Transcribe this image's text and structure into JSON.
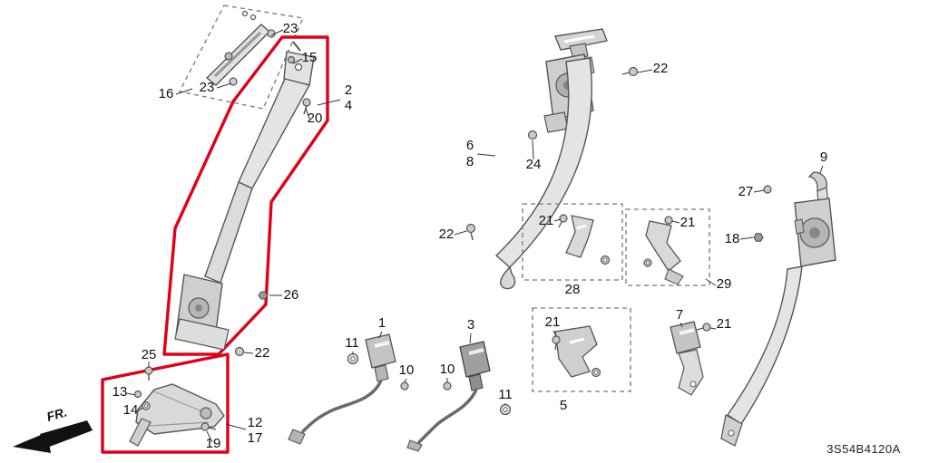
{
  "diagram": {
    "code": "3S54B4120A",
    "fr_label": "FR.",
    "highlight_color": "#e0001a",
    "description": "Seat belt components exploded parts diagram"
  },
  "callouts": [
    {
      "text": "23"
    },
    {
      "text": "16"
    },
    {
      "text": "23"
    },
    {
      "text": "15"
    },
    {
      "text": "2"
    },
    {
      "text": "4"
    },
    {
      "text": "20"
    },
    {
      "text": "26"
    },
    {
      "text": "22"
    },
    {
      "text": "25"
    },
    {
      "text": "13"
    },
    {
      "text": "14"
    },
    {
      "text": "12"
    },
    {
      "text": "17"
    },
    {
      "text": "19"
    },
    {
      "text": "6"
    },
    {
      "text": "8"
    },
    {
      "text": "24"
    },
    {
      "text": "22"
    },
    {
      "text": "22"
    },
    {
      "text": "21"
    },
    {
      "text": "28"
    },
    {
      "text": "21"
    },
    {
      "text": "29"
    },
    {
      "text": "1"
    },
    {
      "text": "11"
    },
    {
      "text": "10"
    },
    {
      "text": "10"
    },
    {
      "text": "3"
    },
    {
      "text": "11"
    },
    {
      "text": "21"
    },
    {
      "text": "5"
    },
    {
      "text": "7"
    },
    {
      "text": "21"
    },
    {
      "text": "27"
    },
    {
      "text": "18"
    },
    {
      "text": "9"
    }
  ]
}
